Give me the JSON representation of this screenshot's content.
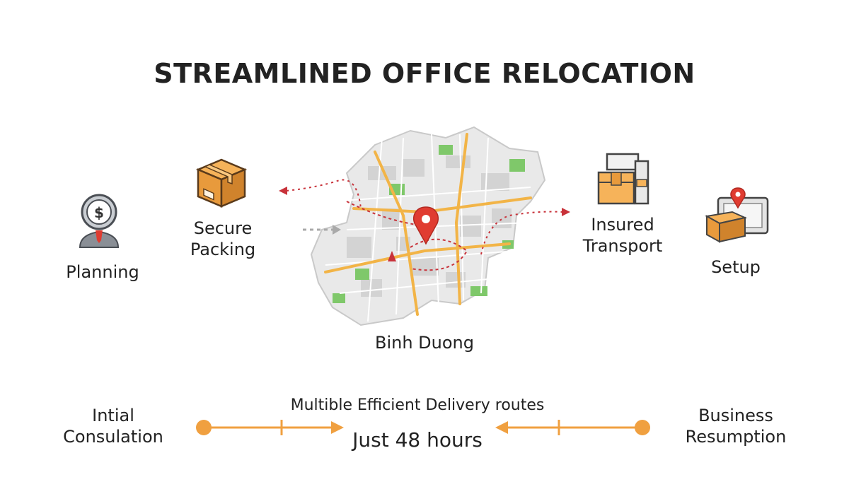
{
  "title": "STREAMLINED OFFICE RELOCATION",
  "steps": {
    "planning": "Planning",
    "secure_packing_line1": "Secure",
    "secure_packing_line2": "Packing",
    "insured_transport_line1": "Insured",
    "insured_transport_line2": "Transport",
    "setup": "Setup"
  },
  "map": {
    "location": "Binh Duong"
  },
  "timeline": {
    "start_line1": "Intial",
    "start_line2": "Consulation",
    "routes_text": "Multible Efficient Delivery routes",
    "duration_text": "Just 48 hours",
    "end_line1": "Business",
    "end_line2": "Resumption"
  },
  "colors": {
    "accent_orange": "#f0a040",
    "pin_red": "#e03c31",
    "route_red": "#c8323a",
    "map_green": "#7fc86a",
    "map_road": "#f2b447"
  },
  "icons": {
    "planning": "dollar-magnifier-icon",
    "packing": "cardboard-box-icon",
    "transport": "stacked-boxes-icon",
    "setup": "box-location-screen-icon",
    "pin": "map-pin-icon"
  }
}
